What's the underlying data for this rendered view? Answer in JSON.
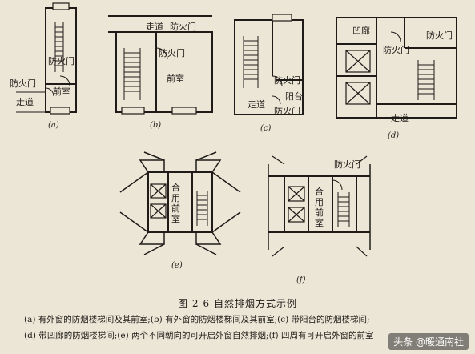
{
  "labels": {
    "corridor": "走道",
    "fire_door": "防火门",
    "anteroom": "前室",
    "balcony": "阳台",
    "recess": "凹廊",
    "shared_anteroom": "合用前室",
    "shared_anteroom_f": "合用前室"
  },
  "sub": {
    "a": "(a)",
    "b": "(b)",
    "c": "(c)",
    "d": "(d)",
    "e": "(e)",
    "f": "(f)"
  },
  "figure": {
    "caption": "图 2-6    自然排烟方式示例",
    "legend_line1": "(a) 有外窗的防烟楼梯间及其前室;(b) 有外窗的防烟楼梯间及其前室;(c) 带阳台的防烟楼梯间;",
    "legend_line2": "(d) 带凹廊的防烟楼梯间;(e) 两个不同朝向的可开启外窗自然排烟;(f) 四周有可开启外窗的前室"
  },
  "watermark": "头条 @暖通南社"
}
